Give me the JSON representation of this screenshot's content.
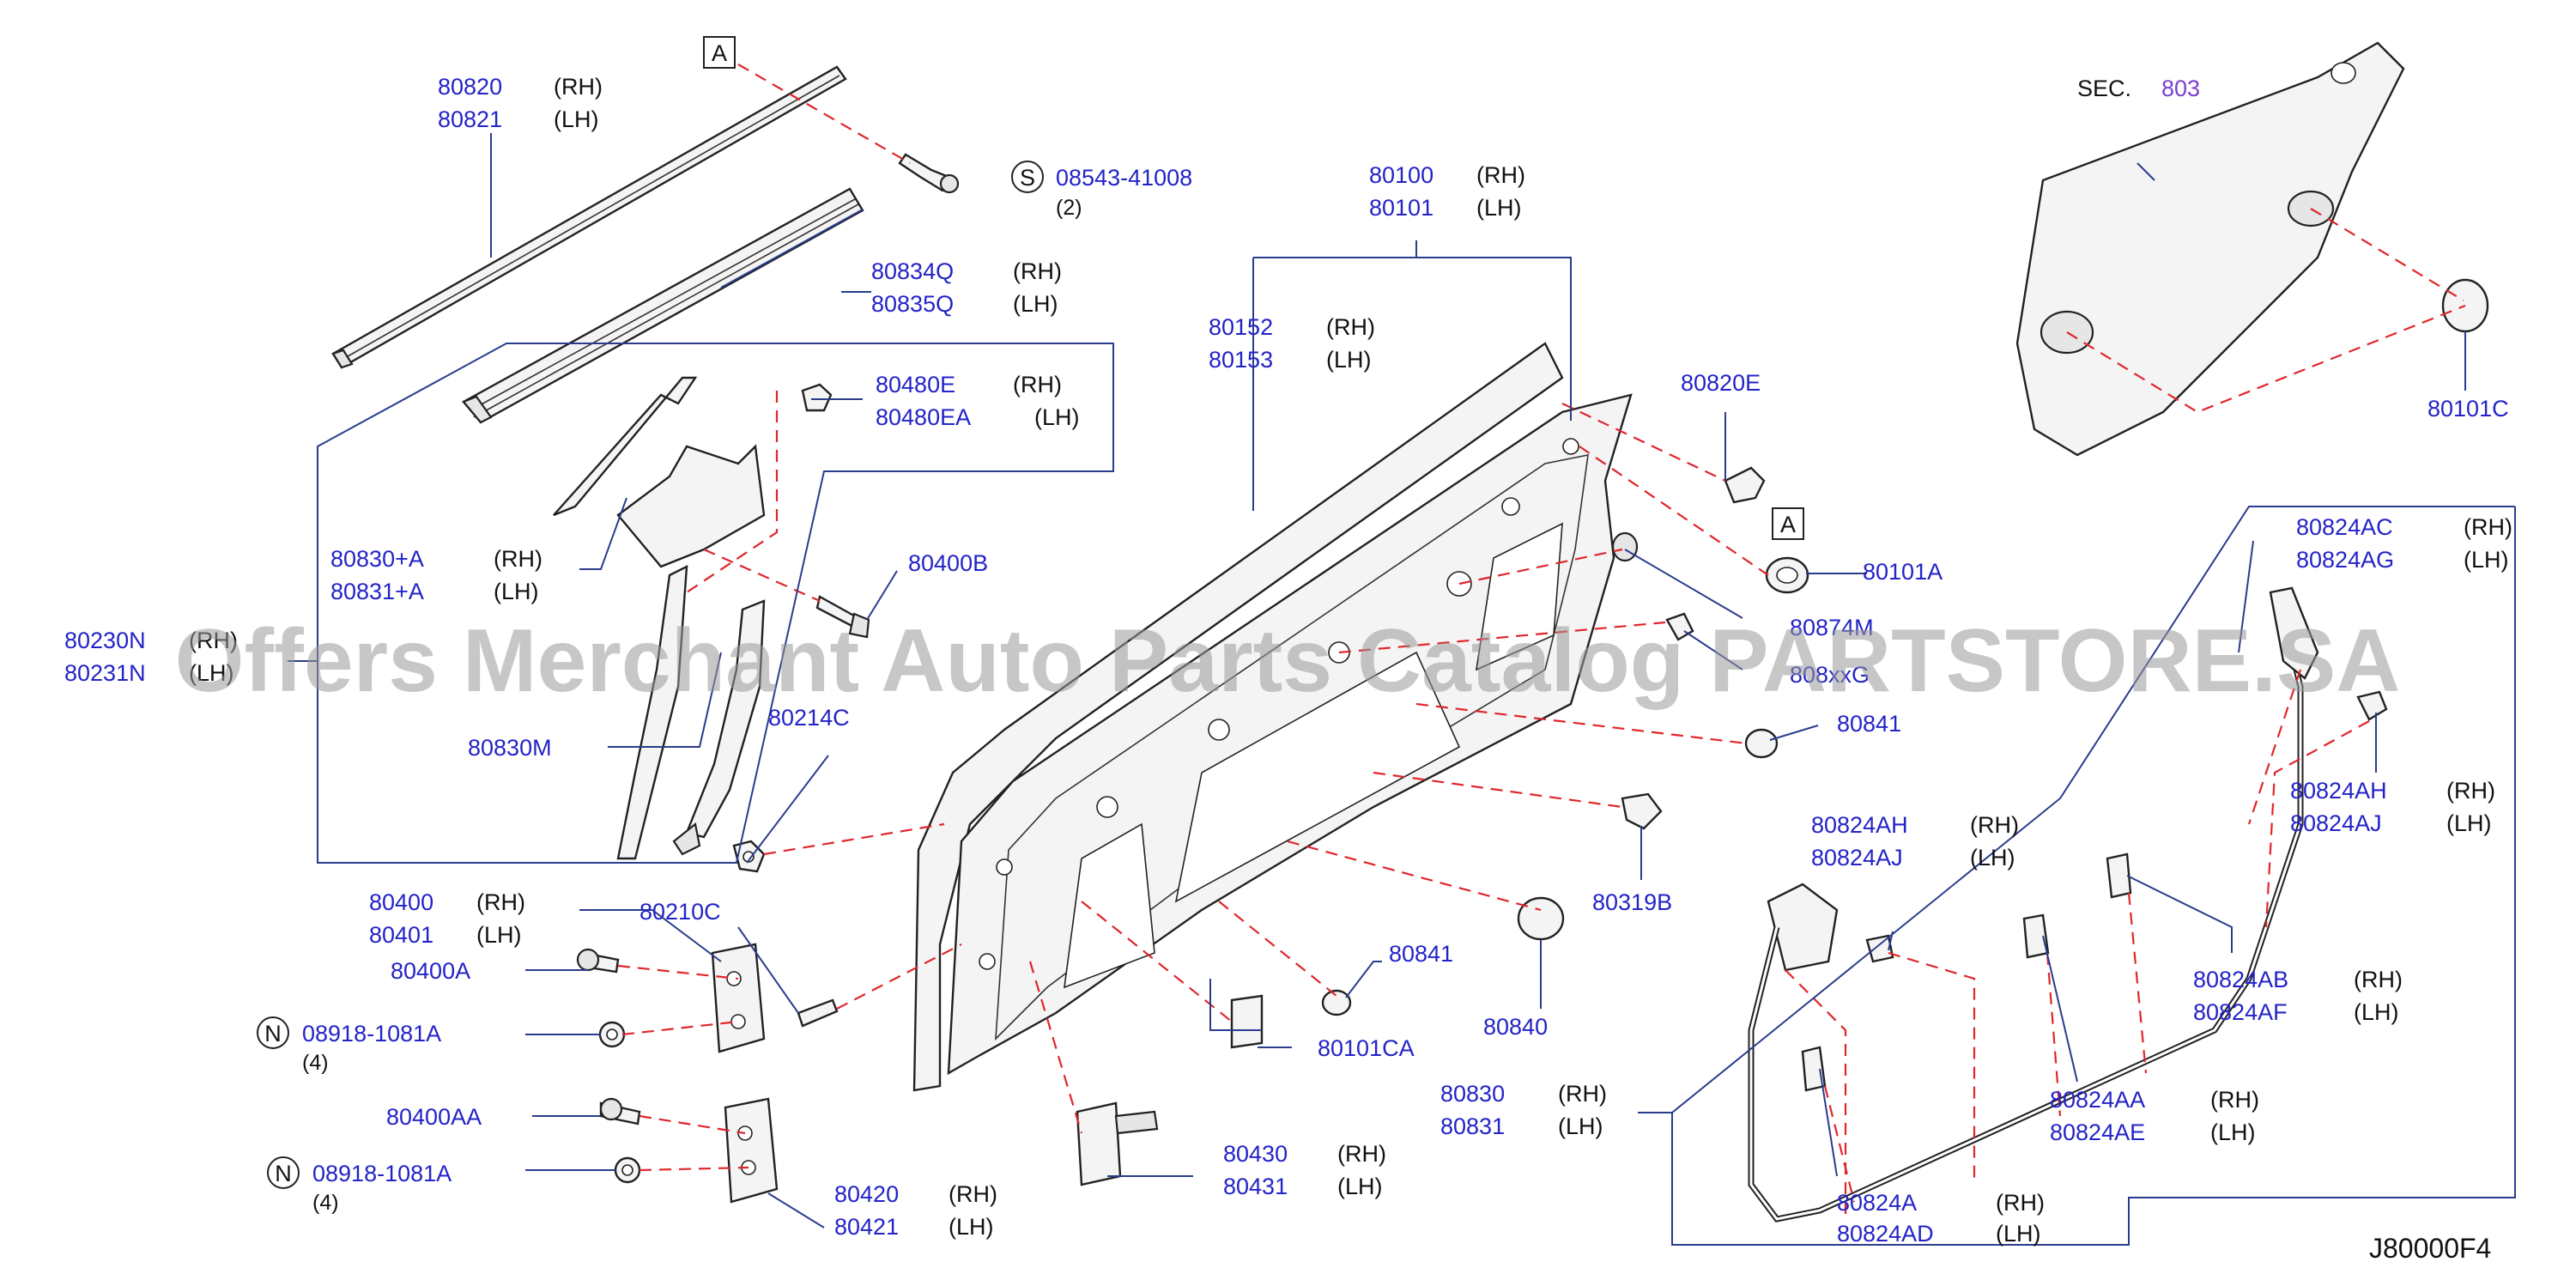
{
  "diagram": {
    "watermark": "Offers Merchant Auto Parts Catalog PARTSTORE.SA",
    "diagram_code": "J80000F4",
    "section": {
      "prefix": "SEC.",
      "number": "803"
    },
    "ref_marks": [
      {
        "letter": "A"
      },
      {
        "letter": "A"
      }
    ],
    "callouts": {
      "c80820": {
        "part": "80820",
        "side": "(RH)",
        "part2": "80821",
        "side2": "(LH)"
      },
      "c08543": {
        "mark": "S",
        "part": "08543-41008",
        "qty": "(2)"
      },
      "c80834Q": {
        "part": "80834Q",
        "side": "(RH)",
        "part2": "80835Q",
        "side2": "(LH)"
      },
      "c80480E": {
        "part": "80480E",
        "side": "(RH)",
        "part2": "80480EA",
        "side2": "(LH)"
      },
      "c80830A": {
        "part": "80830+A",
        "side": "(RH)",
        "part2": "80831+A",
        "side2": "(LH)"
      },
      "c80400B": {
        "part": "80400B"
      },
      "c80230N": {
        "part": "80230N",
        "side": "(RH)",
        "part2": "80231N",
        "side2": "(LH)"
      },
      "c80214C": {
        "part": "80214C"
      },
      "c80830M": {
        "part": "80830M"
      },
      "c80100": {
        "part": "80100",
        "side": "(RH)",
        "part2": "80101",
        "side2": "(LH)"
      },
      "c80152": {
        "part": "80152",
        "side": "(RH)",
        "part2": "80153",
        "side2": "(LH)"
      },
      "c80820E": {
        "part": "80820E"
      },
      "c80101A": {
        "part": "80101A"
      },
      "c80874M": {
        "part": "80874M"
      },
      "c808xxG": {
        "part": "808xxG"
      },
      "c80841a": {
        "part": "80841"
      },
      "c80319B": {
        "part": "80319B"
      },
      "c80101C": {
        "part": "80101C"
      },
      "c80824AC": {
        "part": "80824AC",
        "side": "(RH)",
        "part2": "80824AG",
        "side2": "(LH)"
      },
      "c80824AHr": {
        "part": "80824AH",
        "side": "(RH)",
        "part2": "80824AJ",
        "side2": "(LH)"
      },
      "c80824AHl": {
        "part": "80824AH",
        "side": "(RH)",
        "part2": "80824AJ",
        "side2": "(LH)"
      },
      "c80824AB": {
        "part": "80824AB",
        "side": "(RH)",
        "part2": "80824AF",
        "side2": "(LH)"
      },
      "c80824AA": {
        "part": "80824AA",
        "side": "(RH)",
        "part2": "80824AE",
        "side2": "(LH)"
      },
      "c80824A": {
        "part": "80824A",
        "side": "(RH)",
        "part2": "80824AD",
        "side2": "(LH)"
      },
      "c80830": {
        "part": "80830",
        "side": "(RH)",
        "part2": "80831",
        "side2": "(LH)"
      },
      "c80400": {
        "part": "80400",
        "side": "(RH)",
        "part2": "80401",
        "side2": "(LH)"
      },
      "c80400A": {
        "part": "80400A"
      },
      "c08918a": {
        "mark": "N",
        "part": "08918-1081A",
        "qty": "(4)"
      },
      "c80210C": {
        "part": "80210C"
      },
      "c80400AA": {
        "part": "80400AA"
      },
      "c08918b": {
        "mark": "N",
        "part": "08918-1081A",
        "qty": "(4)"
      },
      "c80420": {
        "part": "80420",
        "side": "(RH)",
        "part2": "80421",
        "side2": "(LH)"
      },
      "c80841b": {
        "part": "80841"
      },
      "c80101CA": {
        "part": "80101CA"
      },
      "c80840": {
        "part": "80840"
      },
      "c80430": {
        "part": "80430",
        "side": "(RH)",
        "part2": "80431",
        "side2": "(LH)"
      }
    }
  }
}
